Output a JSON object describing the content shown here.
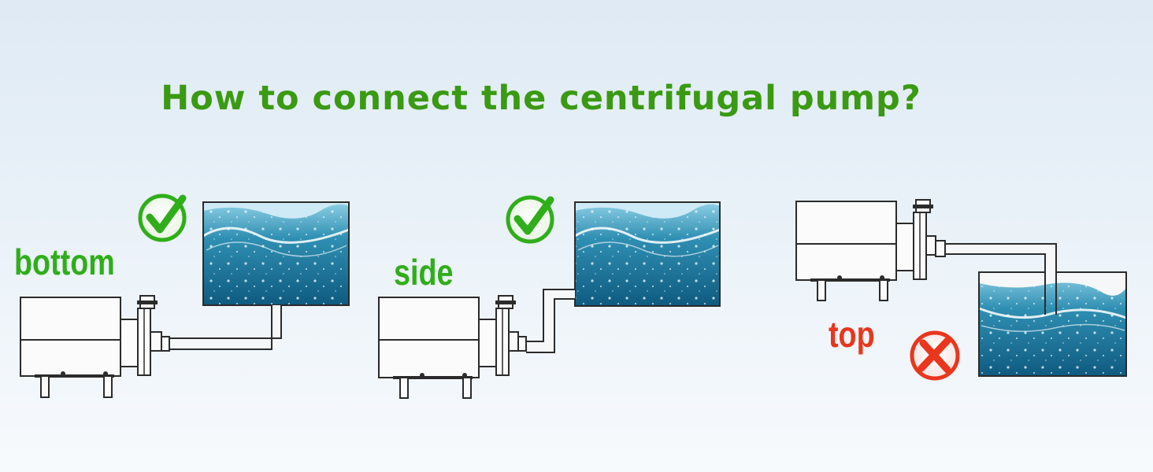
{
  "title": "How to connect the centrifugal pump?",
  "colors": {
    "title": "#3a9a12",
    "correct": "#2fae1a",
    "wrong": "#e9361c",
    "water": "#2f8fb2"
  },
  "panels": [
    {
      "label": "bottom",
      "status": "correct",
      "icon": "check-icon"
    },
    {
      "label": "side",
      "status": "correct",
      "icon": "check-icon"
    },
    {
      "label": "top",
      "status": "wrong",
      "icon": "cross-icon"
    }
  ]
}
